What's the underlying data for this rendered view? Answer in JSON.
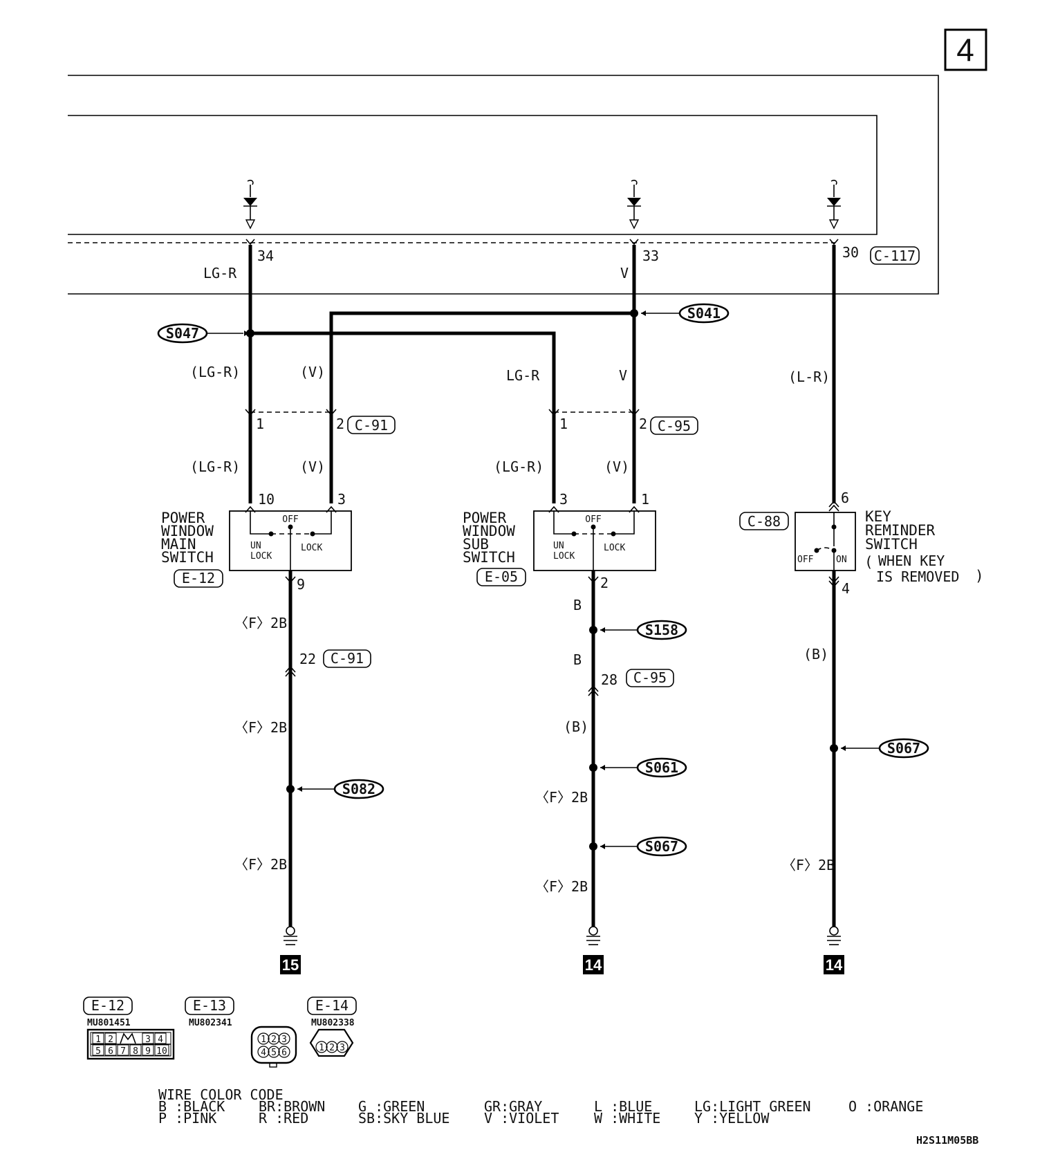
{
  "page_number": "4",
  "footer_code": "H2S11M05BB",
  "upper_connector": {
    "name": "C-117"
  },
  "columns": [
    {
      "pin": "34",
      "wire": "LG-R"
    },
    {
      "pin": "33",
      "wire": "V"
    },
    {
      "pin": "30"
    }
  ],
  "splices": {
    "s047": "S047",
    "s041": "S041",
    "s158": "S158",
    "s061": "S061",
    "s067a": "S067",
    "s067b": "S067",
    "s082": "S082"
  },
  "wire_labels": {
    "lgr_paren": "(LG-R)",
    "v_paren": "(V)",
    "lgr": "LG-R",
    "v": "V",
    "lr_paren": "(L-R)",
    "b": "B",
    "b_paren": "(B)",
    "f2b": "〈F〉2B"
  },
  "connectors": {
    "c91": "C-91",
    "c95": "C-95",
    "c88": "C-88",
    "e12": "E-12",
    "e05": "E-05",
    "e13": "E-13",
    "e14": "E-14"
  },
  "pins": {
    "c91_1": "1",
    "c91_2": "2",
    "c95_1": "1",
    "c95_2": "2",
    "main_10": "10",
    "main_3": "3",
    "main_9": "9",
    "sub_3": "3",
    "sub_1": "1",
    "sub_2": "2",
    "key_6": "6",
    "key_4": "4",
    "c91_22": "22",
    "c95_28": "28"
  },
  "main_switch": {
    "title": [
      "POWER",
      "WINDOW",
      "MAIN",
      "SWITCH"
    ],
    "off": "OFF",
    "un": "UN",
    "lock_left": "LOCK",
    "lock_right": "LOCK"
  },
  "sub_switch": {
    "title": [
      "POWER",
      "WINDOW",
      "SUB",
      "SWITCH"
    ],
    "off": "OFF",
    "un": "UN",
    "lock_left": "LOCK",
    "lock_right": "LOCK"
  },
  "key_switch": {
    "title": [
      "KEY",
      "REMINDER",
      "SWITCH"
    ],
    "note": [
      "WHEN KEY",
      "IS REMOVED"
    ],
    "off": "OFF",
    "on": "ON"
  },
  "grounds": [
    "15",
    "14",
    "14"
  ],
  "connector_views": {
    "e12_part": "MU801451",
    "e13_part": "MU802341",
    "e14_part": "MU802338",
    "e12_row1": [
      "1",
      "2",
      "3",
      "4"
    ],
    "e12_row2": [
      "5",
      "6",
      "7",
      "8",
      "9",
      "10"
    ],
    "e13_pins": [
      "1",
      "2",
      "3",
      "4",
      "5",
      "6"
    ],
    "e14_pins": [
      "1",
      "2",
      "3"
    ]
  },
  "color_code": {
    "title": "WIRE COLOR CODE",
    "row1": [
      "B :BLACK",
      "BR:BROWN",
      "G :GREEN",
      "GR:GRAY",
      "L :BLUE",
      "LG:LIGHT GREEN",
      "O :ORANGE"
    ],
    "row2": [
      "P :PINK",
      "R :RED",
      "SB:SKY BLUE",
      "V :VIOLET",
      "W :WHITE",
      "Y :YELLOW"
    ]
  }
}
